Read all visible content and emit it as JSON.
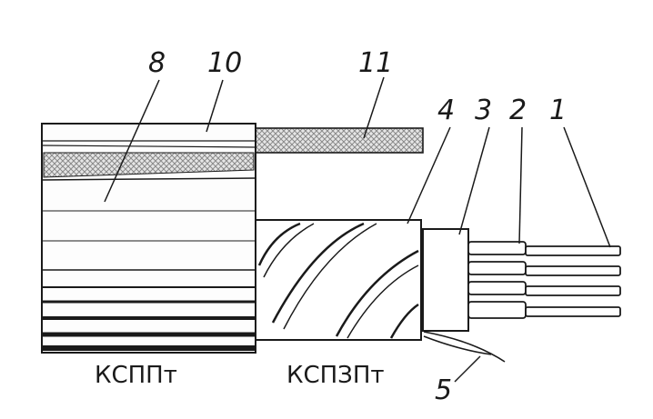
{
  "labels": {
    "n1": "1",
    "n2": "2",
    "n3": "3",
    "n4": "4",
    "n5": "5",
    "n8": "8",
    "n10": "10",
    "n11": "11"
  },
  "captions": {
    "left": "КСППт",
    "right": "КСПЗПт"
  },
  "colors": {
    "line": "#1a1a1a",
    "hatch": "#9a9a9a",
    "background": "#ffffff"
  }
}
